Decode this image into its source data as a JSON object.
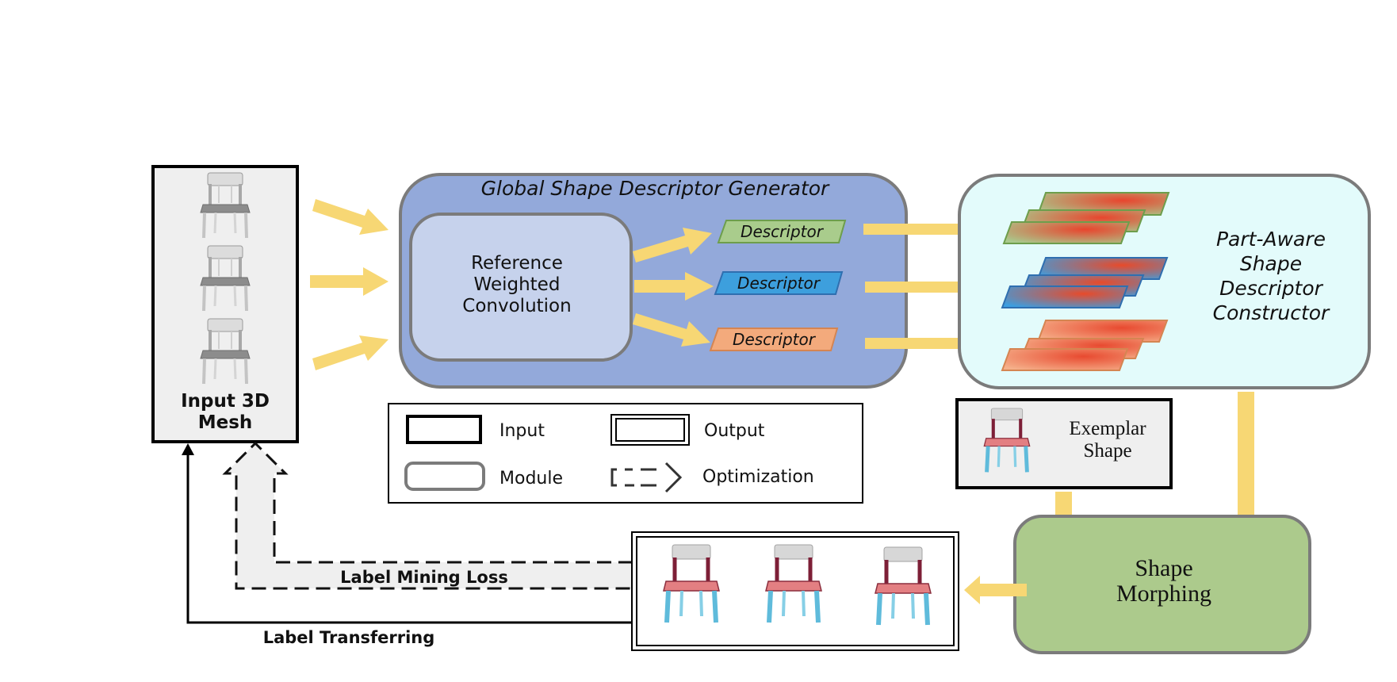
{
  "input_mesh": {
    "label_line1": "Input 3D",
    "label_line2": "Mesh"
  },
  "global_generator": {
    "title": "Global Shape Descriptor Generator",
    "rwc_line1": "Reference",
    "rwc_line2": "Weighted",
    "rwc_line3": "Convolution",
    "descriptors": [
      "Descriptor",
      "Descriptor",
      "Descriptor"
    ]
  },
  "part_aware": {
    "line1": "Part-Aware",
    "line2": "Shape",
    "line3": "Descriptor",
    "line4": "Constructor"
  },
  "exemplar": {
    "line1": "Exemplar",
    "line2": "Shape"
  },
  "morphing": {
    "line1": "Shape",
    "line2": "Morphing"
  },
  "legend": {
    "input": "Input",
    "output": "Output",
    "module": "Module",
    "optimization": "Optimization"
  },
  "feedback": {
    "label_mining_loss": "Label Mining Loss",
    "label_transferring": "Label Transferring"
  },
  "colors": {
    "arrow": "#f7d774",
    "generator_fill": "#93a9da",
    "rwc_fill": "#c6d2ec",
    "part_aware_fill": "#e3fbfb",
    "morphing_fill": "#acca8c",
    "descriptor_green": "#a9cc8c",
    "descriptor_blue": "#3d9fdd",
    "descriptor_orange": "#f3aa7c",
    "panel_gray": "#efefef"
  }
}
